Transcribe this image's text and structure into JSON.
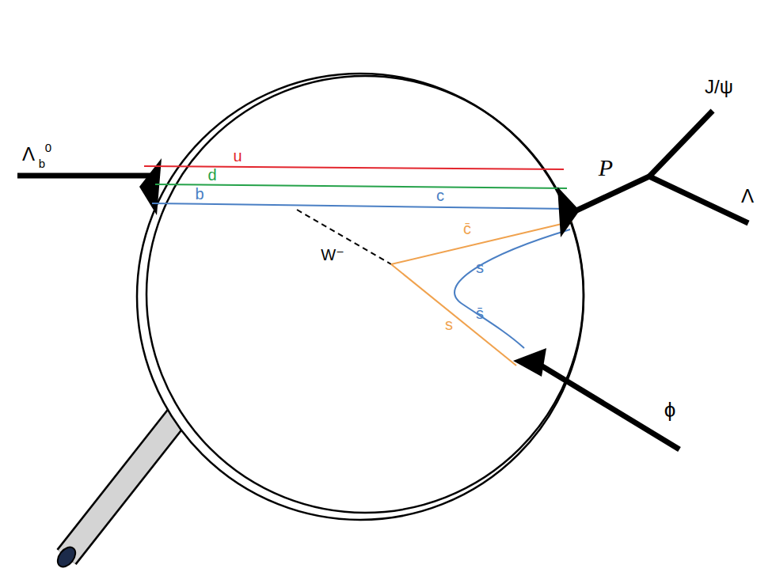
{
  "diagram": {
    "labels": [
      "Λ",
      "b",
      "0",
      "u",
      "d",
      "b",
      "c",
      "W⁻",
      "c̄",
      "s",
      "s̄",
      "s",
      "P",
      "J/ψ",
      "Λ",
      "ϕ"
    ]
  }
}
